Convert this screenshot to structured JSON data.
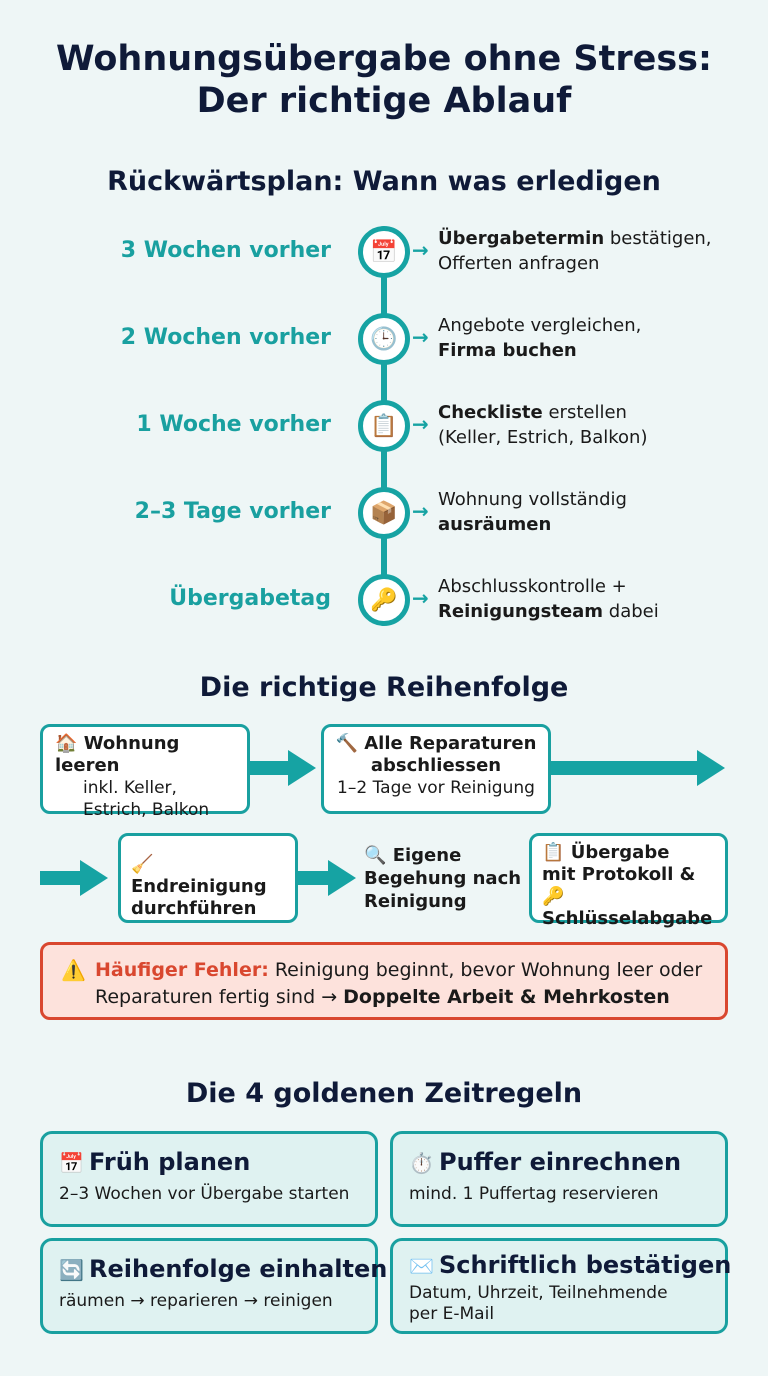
{
  "title_line1": "Wohnungsübergabe ohne Stress:",
  "title_line2": "Der richtige Ablauf",
  "timeline": {
    "heading": "Rückwärtsplan: Wann was erledigen",
    "steps": [
      {
        "when": "3 Wochen vorher",
        "icon": "calendar-icon",
        "glyph": "📅",
        "bold1": "Übergabetermin",
        "text1": " bestätigen,",
        "line2": "Offerten anfragen",
        "bold2": ""
      },
      {
        "when": "2 Wochen vorher",
        "icon": "clock-icon",
        "glyph": "🕒",
        "bold1": "",
        "text1": "Angebote vergleichen,",
        "line2": "",
        "bold2": "Firma buchen"
      },
      {
        "when": "1 Woche vorher",
        "icon": "clipboard-icon",
        "glyph": "📋",
        "bold1": "Checkliste",
        "text1": " erstellen",
        "line2": "(Keller, Estrich, Balkon)",
        "bold2": ""
      },
      {
        "when": "2–3 Tage vorher",
        "icon": "box-icon",
        "glyph": "📦",
        "bold1": "",
        "text1": "Wohnung vollständig",
        "line2": "",
        "bold2": "ausräumen"
      },
      {
        "when": "Übergabetag",
        "icon": "key-icon",
        "glyph": "🔑",
        "bold1": "",
        "text1": "Abschlusskontrolle +",
        "line2": " dabei",
        "bold2": "Reinigungsteam"
      }
    ]
  },
  "sequence": {
    "heading": "Die richtige Reihenfolge",
    "step1": {
      "glyph": "🏠",
      "title": "Wohnung leeren",
      "line1": "inkl. Keller,",
      "line2": "Estrich, Balkon"
    },
    "step2": {
      "glyph": "🔨",
      "title1": "Alle Reparaturen",
      "title2": "abschliessen",
      "sub": "1–2 Tage vor Reinigung"
    },
    "step3": {
      "glyph": "🧹",
      "title1": "Endreinigung",
      "title2": "durchführen"
    },
    "step4": {
      "glyph": "🔍",
      "title1": "Eigene",
      "title2": "Begehung nach",
      "title3": "Reinigung"
    },
    "step5": {
      "glyph": "📋",
      "title1": "Übergabe",
      "title2": "mit Protokoll &",
      "glyph2": "🔑",
      "title3": "Schlüsselabgabe"
    }
  },
  "warning": {
    "glyph": "⚠️",
    "label": "Häufiger Fehler:",
    "text1": " Reinigung beginnt, bevor Wohnung leer oder",
    "text2": "Reparaturen fertig sind → ",
    "bold": "Doppelte Arbeit & Mehrkosten"
  },
  "rules": {
    "heading": "Die 4 goldenen Zeitregeln",
    "cards": [
      {
        "glyph": "📅",
        "title": "Früh planen",
        "sub": "2–3 Wochen vor Übergabe starten",
        "sub2": ""
      },
      {
        "glyph": "⏱️",
        "title": "Puffer einrechnen",
        "sub": "mind. 1 Puffertag reservieren",
        "sub2": ""
      },
      {
        "glyph": "🔄",
        "title": "Reihenfolge einhalten",
        "sub": "räumen → reparieren → reinigen",
        "sub2": ""
      },
      {
        "glyph": "✉️",
        "title": "Schriftlich bestätigen",
        "sub": "Datum, Uhrzeit, Teilnehmende",
        "sub2": "per E-Mail"
      }
    ]
  },
  "colors": {
    "accent": "#16a3a3",
    "warning_border": "#d9472f",
    "warning_bg": "#fde2dc",
    "card_bg": "#dff2f1"
  }
}
